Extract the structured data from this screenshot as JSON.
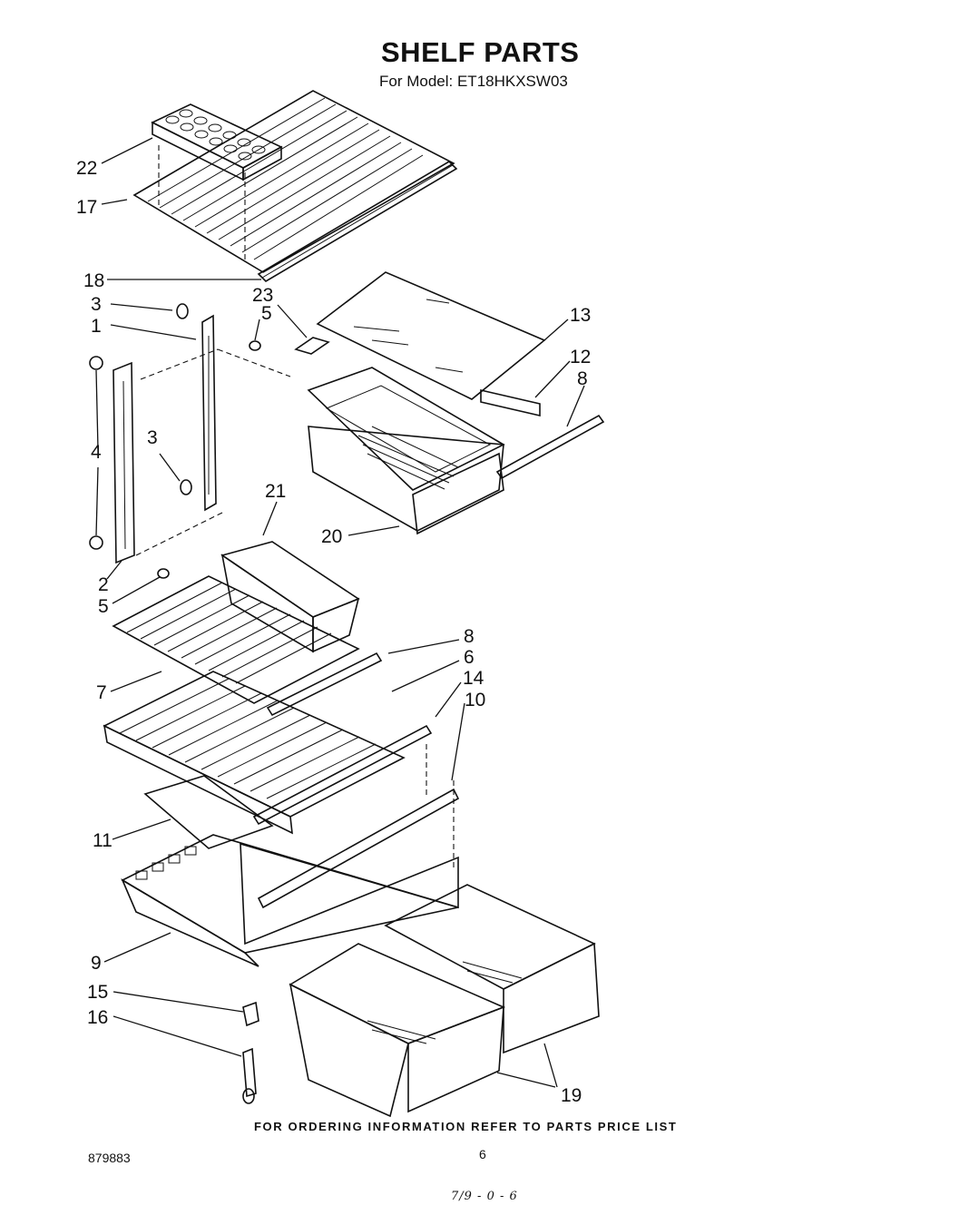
{
  "header": {
    "title": "SHELF PARTS",
    "model_line": "For Model: ET18HKXSW03"
  },
  "callouts": {
    "c22": "22",
    "c17": "17",
    "c18": "18",
    "c23": "23",
    "c3a": "3",
    "c1": "1",
    "c5a": "5",
    "c13": "13",
    "c12": "12",
    "c8a": "8",
    "c4": "4",
    "c3b": "3",
    "c21": "21",
    "c20": "20",
    "c2": "2",
    "c5b": "5",
    "c8b": "8",
    "c6": "6",
    "c14": "14",
    "c10": "10",
    "c7": "7",
    "c11": "11",
    "c9": "9",
    "c15": "15",
    "c16": "16",
    "c19": "19"
  },
  "footer": {
    "ordering_note": "FOR ORDERING INFORMATION REFER TO PARTS PRICE LIST",
    "doc_number": "879883",
    "page_number": "6",
    "date_note": "7/9 - 0 - 6"
  }
}
